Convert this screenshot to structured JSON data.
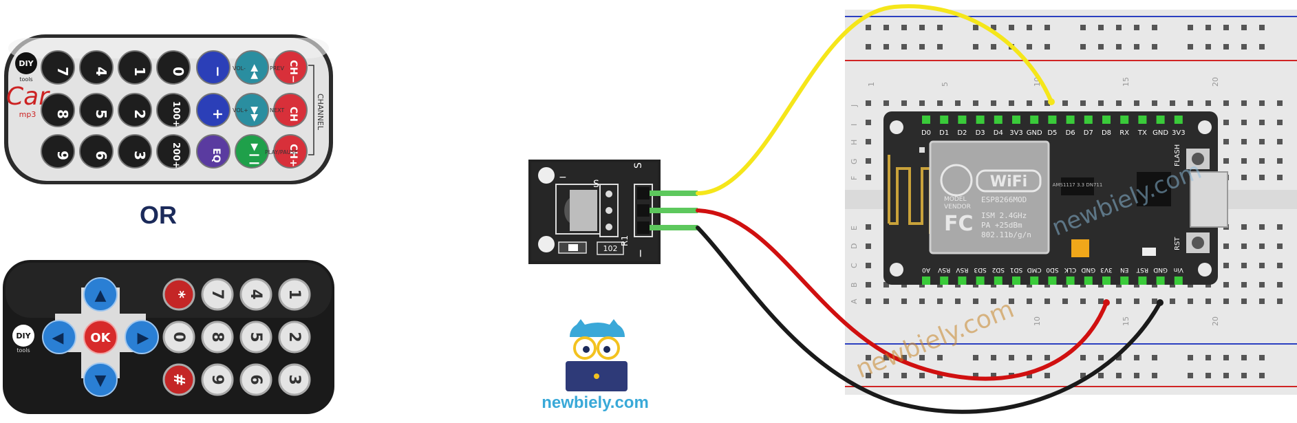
{
  "separator": "OR",
  "brand": {
    "text": "newbiely.com",
    "watermark": "newbiely.com"
  },
  "remote_carmp3": {
    "logo_top": "DIY",
    "logo_mid": "tools",
    "logo_name": "Car",
    "logo_sub": "mp3",
    "rows": [
      [
        "7",
        "4",
        "1",
        "0",
        "−",
        "◀◀",
        "CH−"
      ],
      [
        "8",
        "5",
        "2",
        "100+",
        "+",
        "▶▶",
        "CH"
      ],
      [
        "9",
        "6",
        "3",
        "200+",
        "EQ",
        "▶❙❙",
        "CH+"
      ]
    ],
    "side_labels": [
      "PREV",
      "NEXT",
      "PLAY/PAUSE"
    ],
    "vol_labels": [
      "VOL-",
      "VOL+"
    ],
    "channel": "CHANNEL"
  },
  "remote_nav": {
    "logo_top": "DIY",
    "logo_mid": "tools",
    "arrows": {
      "up": "▲",
      "down": "▼",
      "left": "◀",
      "right": "▶"
    },
    "ok": "OK",
    "numpad": [
      [
        "*",
        "7",
        "4",
        "1"
      ],
      [
        "0",
        "8",
        "5",
        "2"
      ],
      [
        "#",
        "9",
        "6",
        "3"
      ]
    ]
  },
  "ir_module": {
    "pin_s": "S",
    "pin_minus": "−",
    "r1": "R1",
    "res_code": "102",
    "minus_mark": "−"
  },
  "esp_board": {
    "top_pins": [
      "D0",
      "D1",
      "D2",
      "D3",
      "D4",
      "3V3",
      "GND",
      "D5",
      "D6",
      "D7",
      "D8",
      "RX",
      "TX",
      "GND",
      "3V3"
    ],
    "bottom_pins": [
      "A0",
      "RSV",
      "RSV",
      "SD3",
      "SD2",
      "SD1",
      "CMD",
      "SD0",
      "CLK",
      "GND",
      "3V3",
      "EN",
      "RST",
      "GND",
      "Vin"
    ],
    "wifi": "WiFi",
    "module_lines": [
      "ISM 2.4GHz",
      "PA +25dBm",
      "802.11b/g/n"
    ],
    "model_label": "MODEL",
    "vendor_label": "VENDOR",
    "module_name": "ESP8266MOD",
    "fcc": "FC",
    "flash": "FLASH",
    "rst": "RST",
    "chip_reg": "AMS1117 3.3 DN711"
  },
  "breadboard": {
    "row_letters_top": [
      "J",
      "I",
      "H",
      "G",
      "F"
    ],
    "row_letters_bottom": [
      "E",
      "D",
      "C",
      "B",
      "A"
    ],
    "col_numbers": [
      "1",
      "5",
      "10",
      "15",
      "20"
    ]
  },
  "wires": [
    {
      "name": "signal",
      "color": "#f5e61a"
    },
    {
      "name": "vcc",
      "color": "#d01010"
    },
    {
      "name": "gnd",
      "color": "#1a1a1a"
    }
  ]
}
